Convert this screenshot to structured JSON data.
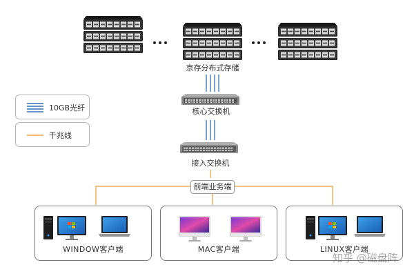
{
  "nodes": {
    "storage_label": "京存分布式存储",
    "core_switch_label": "核心交换机",
    "access_switch_label": "接入交换机",
    "frontend_label": "前端业务端"
  },
  "legend": {
    "fiber_label": "10GB光纤",
    "gigabit_label": "千兆线"
  },
  "clients": {
    "window_label": "WINDOW客户端",
    "mac_label": "MAC客户端",
    "linux_label": "LINUX客户端"
  },
  "watermark": "知乎 @磁盘阵",
  "colors": {
    "fiber": "#2f6fb3",
    "gigabit": "#f0a040",
    "server_body": "#2a2a2a",
    "switch_body": "#8a8a8a"
  },
  "icons": [
    "server-rack-icon",
    "ellipsis-icon",
    "network-switch-icon",
    "pc-tower-icon",
    "monitor-icon",
    "laptop-icon",
    "imac-icon"
  ]
}
